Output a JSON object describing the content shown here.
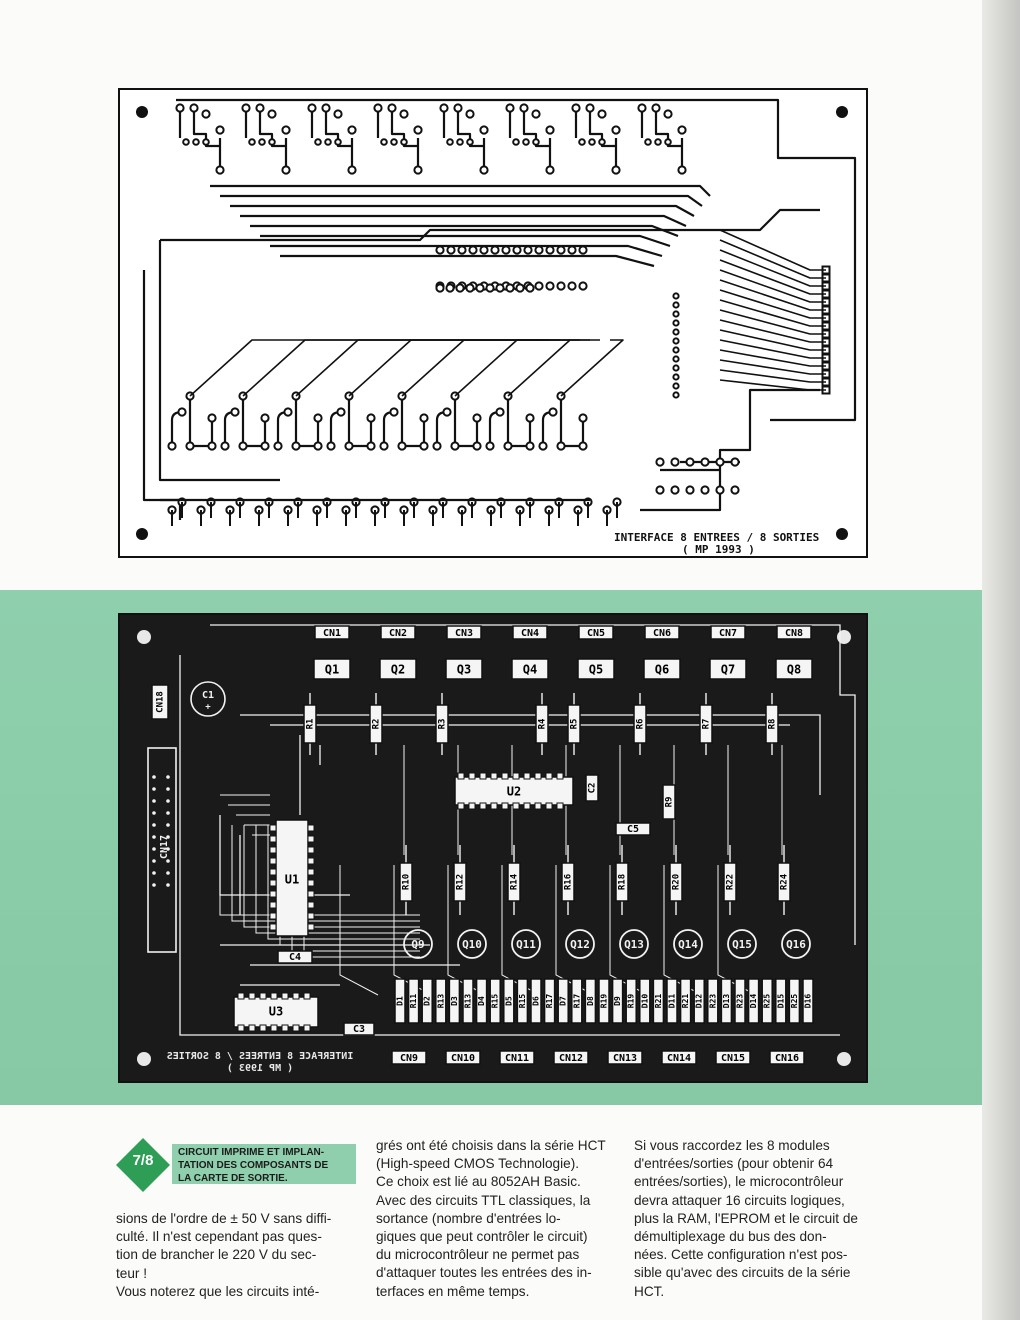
{
  "pcb": {
    "top_title": "INTERFACE 8 ENTREES / 8 SORTIES",
    "top_subtitle": "( MP 1993 )"
  },
  "components": {
    "cn_top": [
      "CN1",
      "CN2",
      "CN3",
      "CN4",
      "CN5",
      "CN6",
      "CN7",
      "CN8"
    ],
    "q_top": [
      "Q1",
      "Q2",
      "Q3",
      "Q4",
      "Q5",
      "Q6",
      "Q7",
      "Q8"
    ],
    "r_top": [
      "R1",
      "R2",
      "R3",
      "R4",
      "R5",
      "R6",
      "R7",
      "R8"
    ],
    "r_mid": [
      "R10",
      "R12",
      "R14",
      "R16",
      "R18",
      "R20",
      "R22",
      "R24"
    ],
    "q_bot": [
      "Q9",
      "Q10",
      "Q11",
      "Q12",
      "Q13",
      "Q14",
      "Q15",
      "Q16"
    ],
    "diodes": [
      "D1",
      "R11",
      "D2",
      "R13",
      "D3",
      "R13",
      "D4",
      "R15",
      "D5",
      "R15",
      "D6",
      "R17",
      "D7",
      "R17",
      "D8",
      "R19",
      "D9",
      "R19",
      "D10",
      "R21",
      "D11",
      "R21",
      "D12",
      "R23",
      "D13",
      "R23",
      "D14",
      "R25",
      "D15",
      "R25",
      "D16"
    ],
    "cn_bot": [
      "CN9",
      "CN10",
      "CN11",
      "CN12",
      "CN13",
      "CN14",
      "CN15",
      "CN16"
    ],
    "c1": "C1",
    "c1_plus": "+",
    "cn18": "CN18",
    "cn17": "CN17",
    "u1": "U1",
    "u2": "U2",
    "u3": "U3",
    "c2": "C2",
    "c3": "C3",
    "c4": "C4",
    "c5": "C5",
    "r9": "R9"
  },
  "caption": {
    "badge": "7/8",
    "lines": [
      "CIRCUIT IMPRIME ET IMPLAN-",
      "TATION DES COMPOSANTS DE",
      "LA CARTE DE SORTIE."
    ]
  },
  "columns": {
    "col1": [
      "sions de l'ordre de ± 50 V sans diffi-",
      "culté. Il n'est cependant pas ques-",
      "tion de brancher le 220 V du sec-",
      "teur !",
      "Vous noterez que les circuits inté-"
    ],
    "col2": [
      "grés ont été choisis dans la série HCT",
      "(High-speed CMOS Technologie).",
      "Ce choix est lié au 8052AH Basic.",
      "Avec des circuits TTL classiques, la",
      "sortance (nombre d'entrées lo-",
      "giques que peut contrôler le circuit)",
      "du microcontrôleur ne permet pas",
      "d'attaquer toutes les entrées des in-",
      "terfaces en même temps."
    ],
    "col3": [
      "Si vous raccordez les 8 modules",
      "d'entrées/sorties (pour obtenir 64",
      "entrées/sorties), le microcontrôleur",
      "devra attaquer 16 circuits logiques,",
      "plus la RAM, l'EPROM et le circuit de",
      "démultiplexage du bus des don-",
      "nées. Cette configuration n'est pos-",
      "sible qu'avec des circuits de la série",
      "HCT."
    ]
  }
}
